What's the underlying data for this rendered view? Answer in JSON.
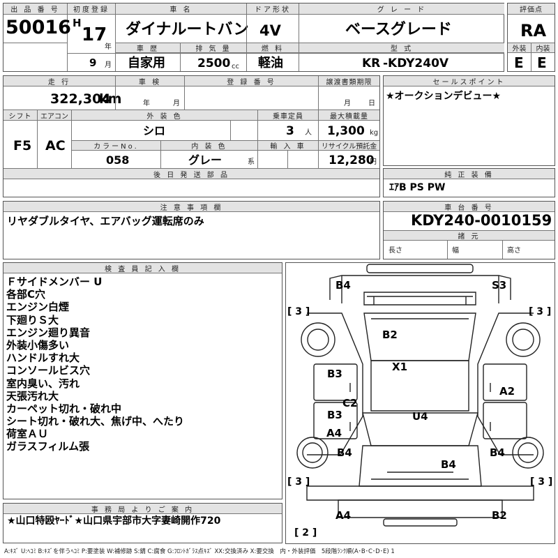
{
  "header": {
    "lot_no_label": "出 品 番 号",
    "lot_no": "50016",
    "first_reg_label": "初度登録",
    "era": "H",
    "year": "17",
    "year_unit": "年",
    "month": "9",
    "month_unit": "月",
    "name_label": "車 名",
    "name": "ダイナルートバン",
    "doors_label": "ドア形状",
    "doors": "4V",
    "grade_label": "グ レ ー ド",
    "grade": "ベースグレード",
    "score_label": "評価点",
    "score": "RA",
    "history_label": "車 歴",
    "history": "自家用",
    "displacement_label": "排 気 量",
    "displacement": "2500",
    "displacement_unit": "cc",
    "fuel_label": "燃 料",
    "fuel": "軽油",
    "model_label": "型 式",
    "model_prefix": "KR",
    "model": "-KDY240V",
    "exterior_label": "外装",
    "exterior": "E",
    "interior_label": "内装",
    "interior": "E"
  },
  "details": {
    "mileage_label": "走 行",
    "mileage": "322,304",
    "mileage_unit": "km",
    "inspection_label": "車 検",
    "year_unit": "年",
    "month_unit": "月",
    "reg_no_label": "登 録 番 号",
    "transfer_label": "譲渡書類期限",
    "day_unit": "日",
    "shift_label": "シフト",
    "shift": "F5",
    "ac_label": "エアコン",
    "ac": "AC",
    "ext_color_label": "外 装 色",
    "ext_color": "シロ",
    "capacity_label": "乗車定員",
    "capacity": "3",
    "capacity_unit": "人",
    "max_load_label": "最大積載量",
    "max_load": "1,300",
    "max_load_unit": "kg",
    "color_no_label": "カラーNo.",
    "color_no": "058",
    "int_color_label": "内 装 色",
    "int_color": "グレー",
    "int_color_unit": "系",
    "import_label": "輸 入 車",
    "recycle_label": "リサイクル預託金",
    "recycle": "12,280",
    "recycle_unit": "円",
    "later_parts_label": "後 日 発 送 部 品"
  },
  "sales": {
    "label": "セールスポイント",
    "text": "★オークションデビュー★"
  },
  "equipment": {
    "label": "純 正 装 備",
    "text": "ｴｱB PS PW"
  },
  "caution": {
    "label": "注 意 事 項 欄",
    "text": "リヤダブルタイヤ、エアバッグ運転席のみ"
  },
  "chassis": {
    "label": "車 台 番 号",
    "number": "KDY240-0010159",
    "spec_label": "諸 元",
    "length_label": "長さ",
    "width_label": "幅",
    "height_label": "高さ"
  },
  "inspector": {
    "label": "検 査 員 記 入 欄",
    "notes": [
      "Ｆサイドメンバー U",
      "各部C穴",
      "エンジン白煙",
      "下廻りＳ大",
      "エンジン廻り異音",
      "外装小傷多い",
      "ハンドルすれ大",
      "コンソールビス穴",
      "室内臭い、汚れ",
      "天張汚れ大",
      "カーペット切れ・破れ中",
      "シート切れ・破れ大、焦げ中、へたり",
      "荷室ＡＵ",
      "ガラスフィルム張"
    ]
  },
  "office": {
    "label": "事 務 局 よ り ご 案 内",
    "text": "★山口特殴ﾔｰﾄﾞ★山口県宇部市大字妻崎開作720"
  },
  "diagram": {
    "marks": [
      "B4",
      "S3",
      "B2",
      "X1",
      "B3",
      "A2",
      "C2",
      "B3",
      "U4",
      "A4",
      "B4",
      "B4",
      "B4",
      "A4",
      "B2"
    ],
    "tires": [
      "[ 3 ]",
      "[ 3 ]",
      "[ 3 ]",
      "[ 3 ]",
      "[ 2 ]"
    ]
  },
  "legend": "A:ｷｽﾞ U:ﾍｺﾐ B:ｷｽﾞを伴うﾍｺﾐ P:要塗装 W:補修跡 S:錆 C:腐食 G:ﾌﾛﾝﾄｶﾞﾗｽ点ｷｽﾞ XX:交換済み X:要交換　内・外装評価　5段階ﾗﾝｸ順(A･B･C･D･E) 1"
}
